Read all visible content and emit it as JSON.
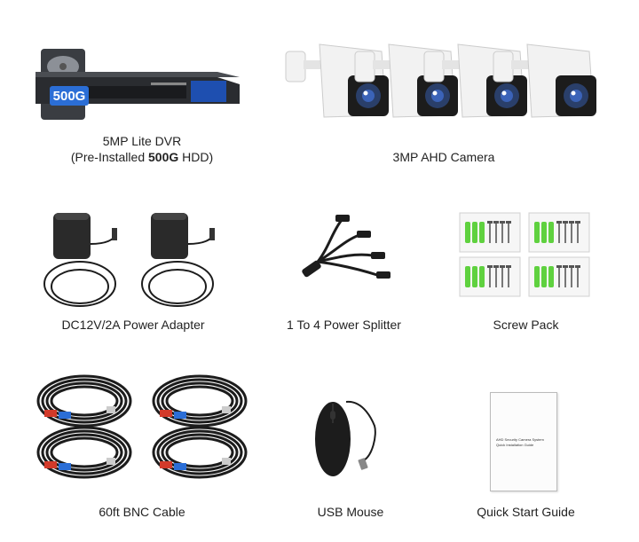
{
  "items": [
    {
      "name": "dvr",
      "caption_line1": "5MP Lite DVR",
      "caption_line2_pre": "(Pre-Installed ",
      "caption_line2_bold": "500G",
      "caption_line2_post": " HDD)",
      "hdd_label": "500G"
    },
    {
      "name": "camera",
      "caption": "3MP AHD Camera",
      "count": 4
    },
    {
      "name": "power-adapter",
      "caption": "DC12V/2A Power Adapter",
      "count": 2
    },
    {
      "name": "power-splitter",
      "caption": "1 To 4 Power Splitter"
    },
    {
      "name": "screw-pack",
      "caption": "Screw Pack",
      "count": 4
    },
    {
      "name": "bnc-cable",
      "caption": "60ft BNC Cable",
      "count": 4
    },
    {
      "name": "usb-mouse",
      "caption": "USB Mouse"
    },
    {
      "name": "quick-start-guide",
      "caption": "Quick Start Guide",
      "cover_line1": "AHD Security Camera System",
      "cover_line2": "Quick Installation Guide"
    }
  ],
  "colors": {
    "device_white": "#f2f2f2",
    "device_black": "#1c1c1c",
    "accent_blue": "#2b6ed6",
    "screw_green": "#5fd13f",
    "connector_red": "#d23a2a"
  }
}
